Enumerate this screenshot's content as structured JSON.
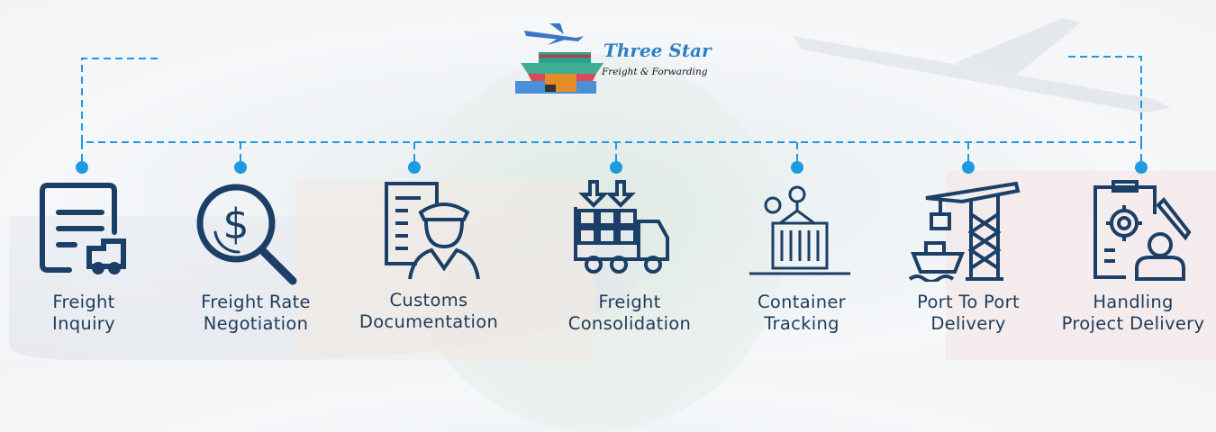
{
  "logo": {
    "title": "Three Star",
    "subtitle": "Freight & Forwarding"
  },
  "colors": {
    "accent": "#1e9be0",
    "icon": "#1b3f66",
    "text": "#1e3c5a"
  },
  "services": [
    {
      "line1": "Freight",
      "line2": "Inquiry",
      "icon": "document-truck-icon"
    },
    {
      "line1": "Freight Rate",
      "line2": "Negotiation",
      "icon": "dollar-magnifier-icon"
    },
    {
      "line1": "Customs",
      "line2": "Documentation",
      "icon": "customs-officer-icon"
    },
    {
      "line1": "Freight",
      "line2": "Consolidation",
      "icon": "truck-boxes-icon"
    },
    {
      "line1": "Container",
      "line2": "Tracking",
      "icon": "container-crane-icon"
    },
    {
      "line1": "Port To Port",
      "line2": "Delivery",
      "icon": "port-crane-ship-icon"
    },
    {
      "line1": "Handling",
      "line2": "Project Delivery",
      "icon": "project-manager-icon"
    }
  ]
}
